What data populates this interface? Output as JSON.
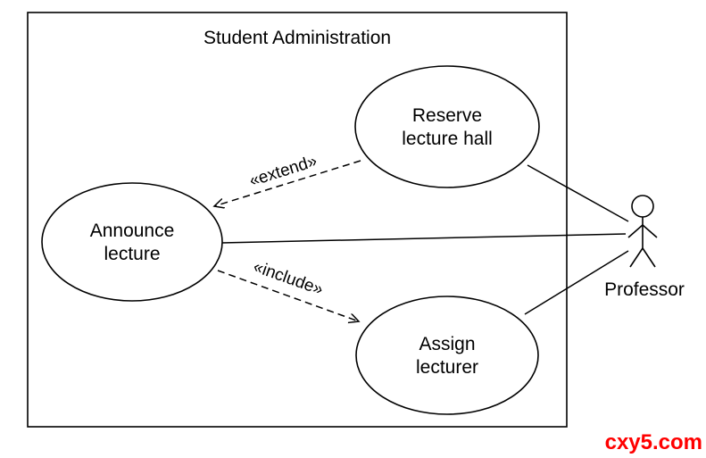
{
  "diagram": {
    "system_title": "Student Administration",
    "use_cases": [
      {
        "name": "reserve-lecture-hall",
        "line1": "Reserve",
        "line2": "lecture hall"
      },
      {
        "name": "announce-lecture",
        "line1": "Announce",
        "line2": "lecture"
      },
      {
        "name": "assign-lecturer",
        "line1": "Assign",
        "line2": "lecturer"
      }
    ],
    "relationships": [
      {
        "type": "extend",
        "label": "«extend»",
        "from": "Reserve lecture hall",
        "to": "Announce lecture"
      },
      {
        "type": "include",
        "label": "«include»",
        "from": "Announce lecture",
        "to": "Assign lecturer"
      }
    ],
    "actor": {
      "label": "Professor"
    },
    "colors": {
      "stroke": "#000000",
      "background": "#ffffff",
      "watermark": "#ff0000"
    }
  },
  "watermark": "cxy5.com"
}
